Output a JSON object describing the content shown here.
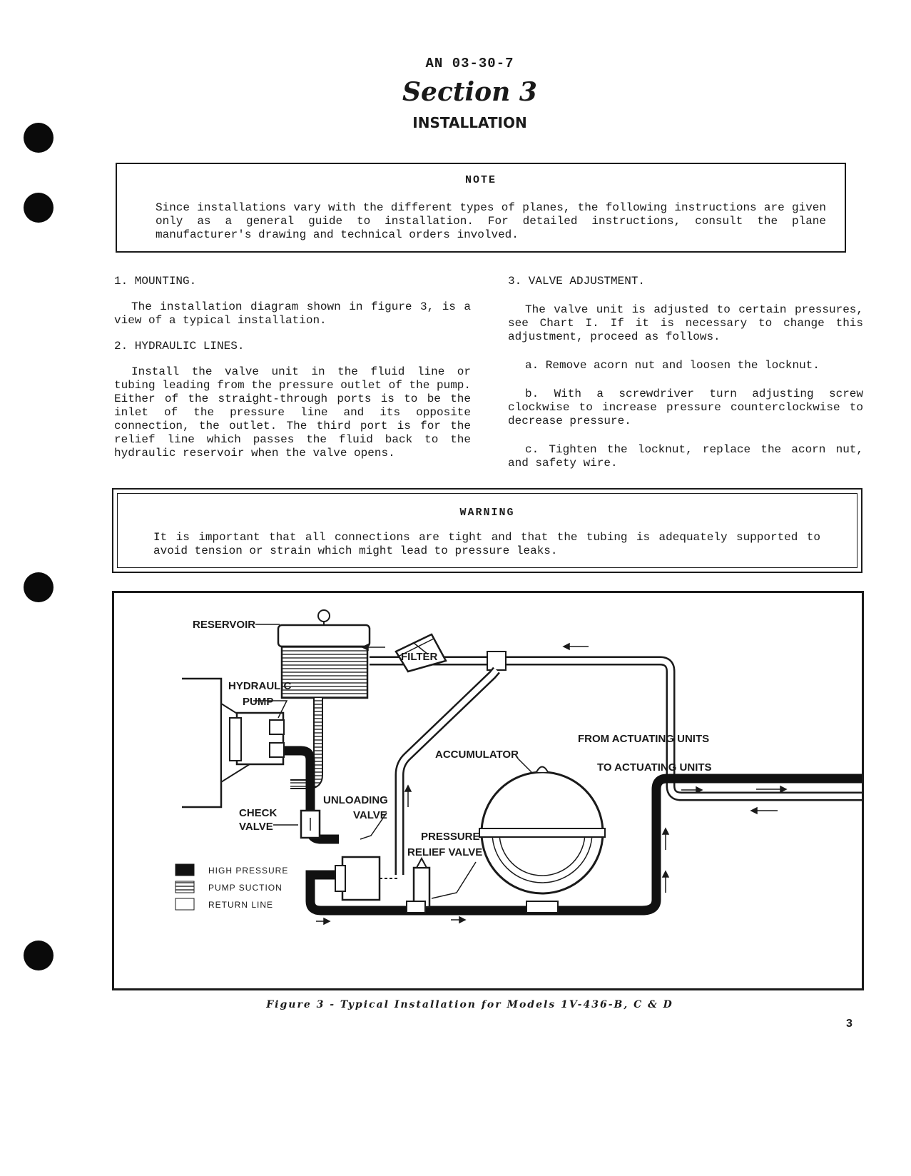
{
  "header": {
    "doc_id": "AN 03-30-7",
    "section_title": "Section 3",
    "section_subtitle": "INSTALLATION"
  },
  "note": {
    "heading": "NOTE",
    "text": "Since installations vary with the different types of planes, the following instructions are given only as a general guide to installation.  For detailed instructions, consult the plane manufacturer's drawing and technical orders involved."
  },
  "left_column": {
    "mounting_heading": "1. MOUNTING.",
    "mounting_text": "The installation diagram shown in figure 3, is a view of a typical installation.",
    "hydraulic_heading": "2. HYDRAULIC LINES.",
    "hydraulic_text": "Install the valve unit in the fluid line or tubing leading from the pressure outlet of the pump.  Either of the straight-through ports is to be the inlet of the pressure line and its opposite connection, the outlet. The third port is for the relief line which passes the fluid back to the hydraulic reservoir when the valve opens."
  },
  "right_column": {
    "valve_heading": "3. VALVE ADJUSTMENT.",
    "valve_text": "The valve unit is adjusted to certain pressures, see Chart I.  If it is necessary to change this adjustment, proceed as follows.",
    "step_a": "a. Remove acorn nut and loosen the locknut.",
    "step_b": "b. With a screwdriver turn adjusting screw clockwise to increase pressure counterclockwise to decrease pressure.",
    "step_c": "c. Tighten the locknut, replace the acorn nut, and safety wire."
  },
  "warning": {
    "heading": "WARNING",
    "text": "It is important that all connections are tight and that the tubing is adequately supported to avoid tension or strain which might lead to pressure leaks."
  },
  "diagram": {
    "labels": {
      "reservoir": "RESERVOIR",
      "filter": "FILTER",
      "hydraulic": "HYDRAULIC",
      "pump": "PUMP",
      "accumulator": "ACCUMULATOR",
      "from_actuating": "FROM ACTUATING UNITS",
      "to_actuating": "TO ACTUATING UNITS",
      "check": "CHECK",
      "valve": "VALVE",
      "unloading": "UNLOADING",
      "unloading_valve": "VALVE",
      "pressure": "PRESSURE",
      "relief_valve": "RELIEF VALVE"
    },
    "legend": [
      {
        "key": "high",
        "label": "HIGH PRESSURE"
      },
      {
        "key": "suction",
        "label": "PUMP SUCTION"
      },
      {
        "key": "return",
        "label": "RETURN LINE"
      }
    ]
  },
  "caption": "Figure 3 - Typical Installation for Models 1V-436-B, C & D",
  "page_number": "3"
}
